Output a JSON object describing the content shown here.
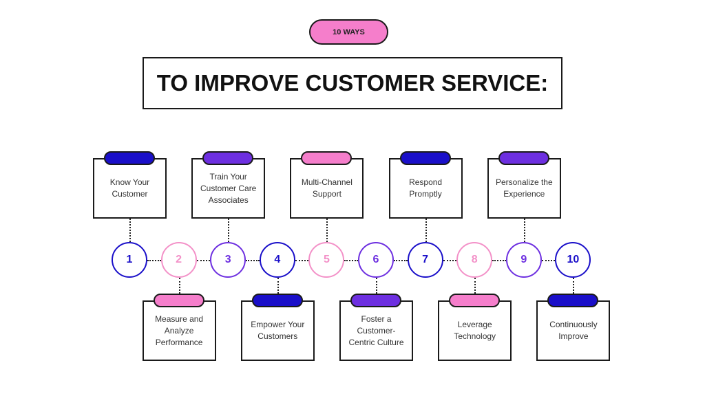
{
  "header": {
    "badge": "10 WAYS",
    "title": "TO IMPROVE CUSTOMER SERVICE:"
  },
  "colors": {
    "blue": "#1a0fc9",
    "purple": "#6d2fe0",
    "pink": "#f57ecb",
    "pink_text": "#f391c8"
  },
  "steps": [
    {
      "number": "1",
      "label": "Know Your Customer",
      "color": "blue",
      "position": "top"
    },
    {
      "number": "2",
      "label": "Measure and Analyze Performance",
      "color": "pink",
      "position": "bottom"
    },
    {
      "number": "3",
      "label": "Train Your Customer Care Associates",
      "color": "purple",
      "position": "top"
    },
    {
      "number": "4",
      "label": "Empower Your Customers",
      "color": "blue",
      "position": "bottom"
    },
    {
      "number": "5",
      "label": "Multi-Channel Support",
      "color": "pink",
      "position": "top"
    },
    {
      "number": "6",
      "label": "Foster a Customer-Centric Culture",
      "color": "purple",
      "position": "bottom"
    },
    {
      "number": "7",
      "label": "Respond Promptly",
      "color": "blue",
      "position": "top"
    },
    {
      "number": "8",
      "label": "Leverage Technology",
      "color": "pink",
      "position": "bottom"
    },
    {
      "number": "9",
      "label": "Personalize the Experience",
      "color": "purple",
      "position": "top"
    },
    {
      "number": "10",
      "label": "Continuously Improve",
      "color": "blue",
      "position": "bottom"
    }
  ]
}
